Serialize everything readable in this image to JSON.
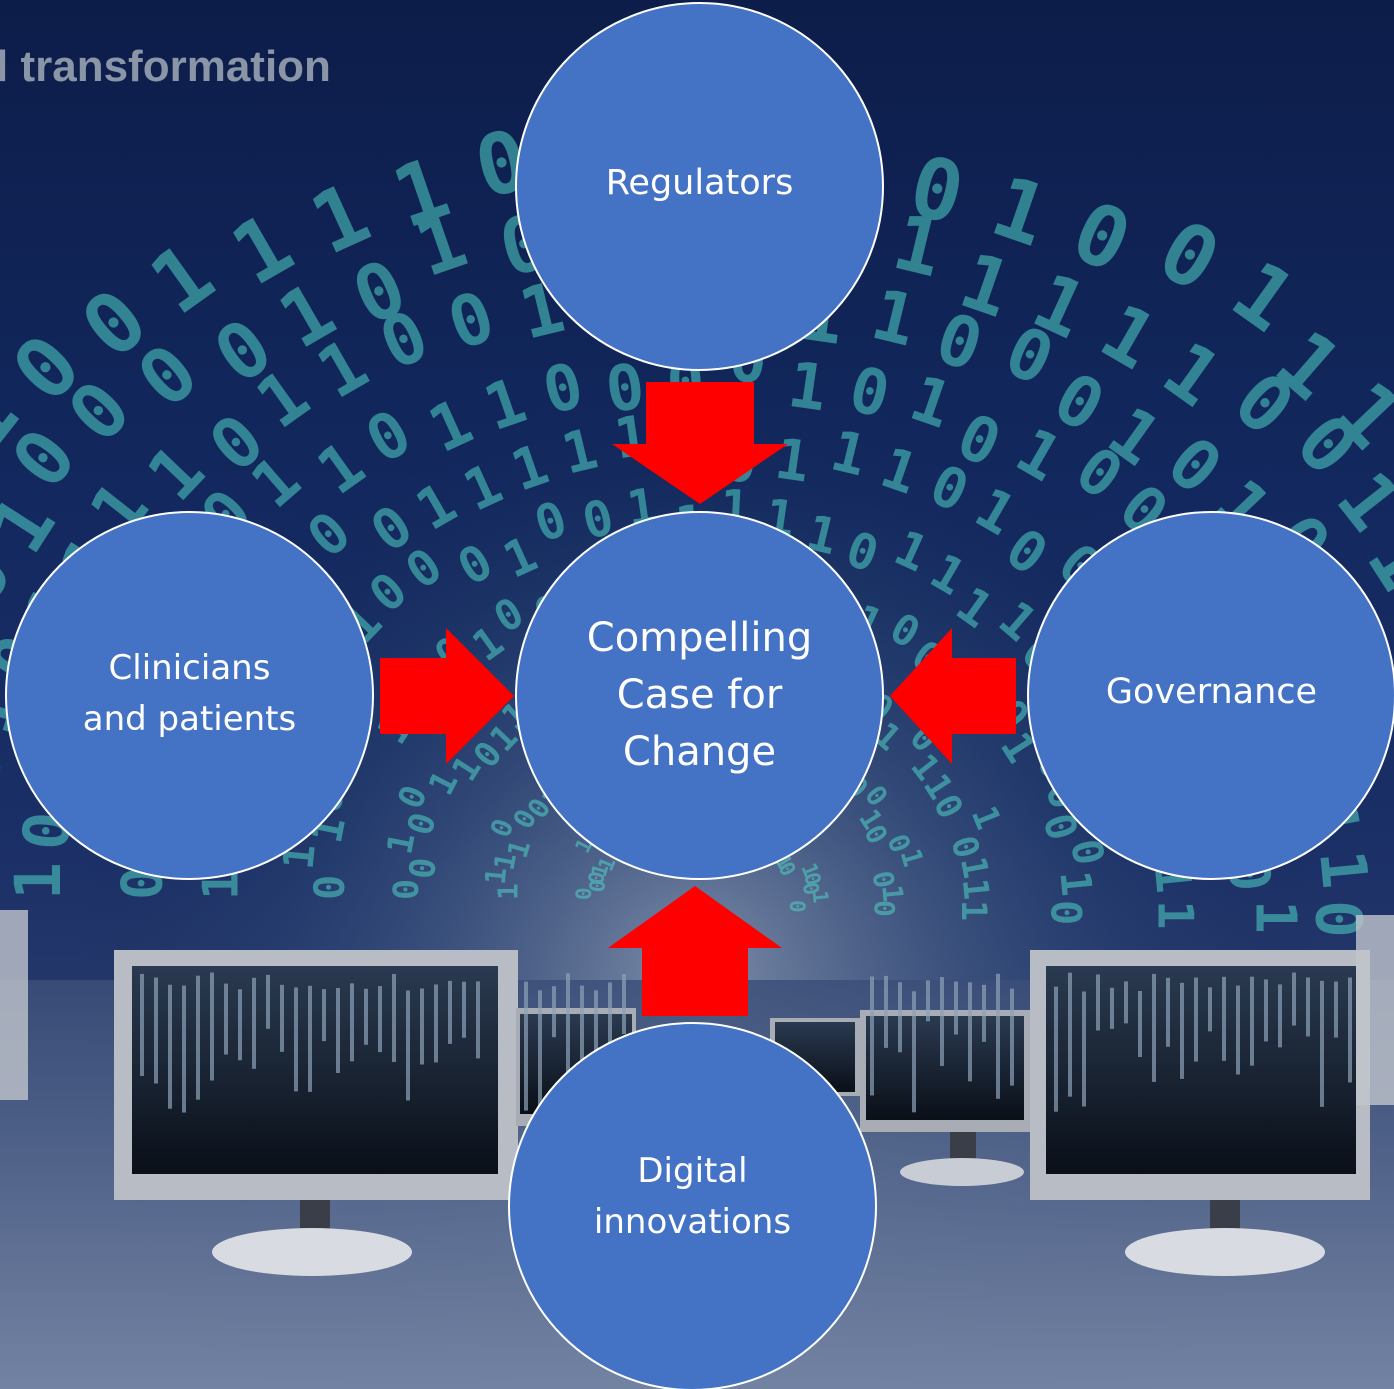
{
  "title": "l transformation",
  "diagram": {
    "center": "Compelling\nCase for\nChange",
    "top": "Regulators",
    "left": "Clinicians\nand patients",
    "right": "Governance",
    "bottom": "Digital\ninnovations"
  },
  "colors": {
    "circle_fill": "#4472c4",
    "circle_border": "#ffffff",
    "arrow": "#ff0000",
    "title": "#8a96a8"
  },
  "arrows": [
    {
      "from": "top",
      "to": "center",
      "icon": "arrow-down-icon"
    },
    {
      "from": "left",
      "to": "center",
      "icon": "arrow-right-icon"
    },
    {
      "from": "right",
      "to": "center",
      "icon": "arrow-left-icon"
    },
    {
      "from": "bottom",
      "to": "center",
      "icon": "arrow-up-icon"
    }
  ]
}
